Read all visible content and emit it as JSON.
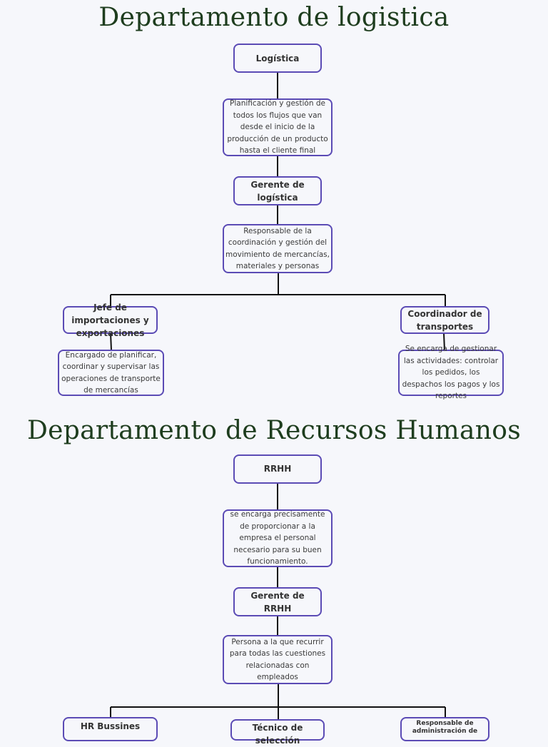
{
  "logistica": {
    "title": "Departamento de logistica",
    "root": "Logística",
    "root_desc": "Planificación y gestión de todos los flujos que van desde el inicio de la producción de un producto hasta el cliente final",
    "manager": "Gerente de logística",
    "manager_desc": "Responsable de la coordinación y gestión del movimiento de mercancías, materiales y personas",
    "left": "Jefe de importaciones y exportaciones",
    "left_desc": "Encargado de planificar, coordinar y supervisar las operaciones de transporte de mercancías",
    "right": "Coordinador de transportes",
    "right_desc": "Se encarga de gestionar las actividades: controlar los pedidos, los despachos los pagos y los reportes"
  },
  "rrhh": {
    "title": "Departamento de Recursos Humanos",
    "root": "RRHH",
    "root_desc": "se encarga precisamente de proporcionar a la empresa el personal necesario para su buen funcionamiento.",
    "manager": "Gerente de RRHH",
    "manager_desc": "Persona a la que recurrir para todas las cuestiones relacionadas con empleados",
    "left": "HR Bussines",
    "center": "Técnico de selección",
    "right": "Responsable de administración de"
  }
}
